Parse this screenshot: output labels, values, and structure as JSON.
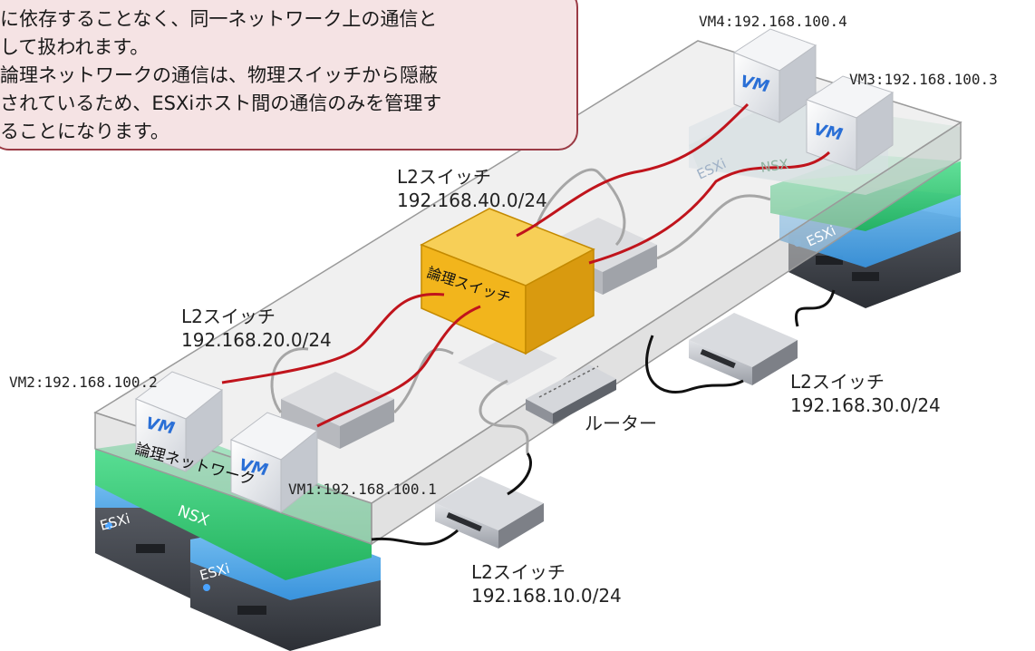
{
  "callout": {
    "lines": [
      "に依存することなく、同一ネットワーク上の通信と",
      "して扱われます。",
      "論理ネットワークの通信は、物理スイッチから隠蔽",
      "されているため、ESXiホスト間の通信のみを管理す",
      "ることになります。"
    ]
  },
  "vms": {
    "vm1": "VM1:192.168.100.1",
    "vm2": "VM2:192.168.100.2",
    "vm3": "VM3:192.168.100.3",
    "vm4": "VM4:192.168.100.4",
    "cube_label": "VM"
  },
  "switches": {
    "sw10": {
      "title": "L2スイッチ",
      "net": "192.168.10.0/24"
    },
    "sw20": {
      "title": "L2スイッチ",
      "net": "192.168.20.0/24"
    },
    "sw30": {
      "title": "L2スイッチ",
      "net": "192.168.30.0/24"
    },
    "sw40": {
      "title": "L2スイッチ",
      "net": "192.168.40.0/24"
    }
  },
  "router_label": "ルーター",
  "logical_switch_label": "論理スイッチ",
  "logical_network_label": "論理ネットワーク",
  "nsx_label": "NSX",
  "esxi_label": "ESXi",
  "colors": {
    "callout_bg": "#f5e3e4",
    "callout_border": "#9b3b45",
    "nsx_green": "#2ecc71",
    "esxi_blue": "#4da6e8",
    "server_dark": "#3a3d44",
    "logical_switch": "#f2b51c",
    "vm_text": "#2a6fd6",
    "link_red": "#c0141c"
  }
}
